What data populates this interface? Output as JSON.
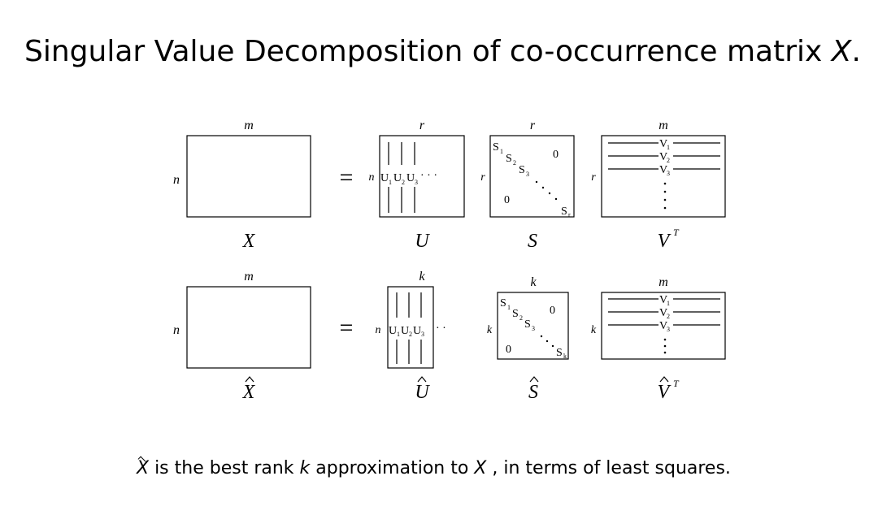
{
  "title": {
    "text": "Singular Value Decomposition of co-occurrence matrix ",
    "var": "X",
    "end": "."
  },
  "full": {
    "X": {
      "label": "X",
      "cols": "m",
      "rows": "n"
    },
    "eq": "=",
    "U": {
      "label": "U",
      "cols": "r",
      "rows": "n",
      "vectors": [
        "U",
        "U",
        "U"
      ],
      "subs": [
        "1",
        "2",
        "3"
      ],
      "dots": "· · ·"
    },
    "S": {
      "label": "S",
      "cols": "r",
      "rows": "r",
      "diag": [
        "S",
        "S",
        "S"
      ],
      "subs": [
        "1",
        "2",
        "3"
      ],
      "last": "S",
      "last_sub": "r",
      "zero": "0"
    },
    "V": {
      "label": "V",
      "sup": "T",
      "cols": "m",
      "rows": "r",
      "vectors": [
        "V",
        "V",
        "V"
      ],
      "subs": [
        "1",
        "2",
        "3"
      ]
    }
  },
  "approx": {
    "X": {
      "label": "X",
      "cols": "m",
      "rows": "n"
    },
    "eq": "=",
    "U": {
      "label": "U",
      "cols": "k",
      "rows": "n",
      "vectors": [
        "U",
        "U",
        "U"
      ],
      "subs": [
        "1",
        "2",
        "3"
      ],
      "dots": "· ·"
    },
    "S": {
      "label": "S",
      "cols": "k",
      "rows": "k",
      "diag": [
        "S",
        "S",
        "S"
      ],
      "subs": [
        "1",
        "2",
        "3"
      ],
      "last": "S",
      "last_sub": "k",
      "zero": "0"
    },
    "V": {
      "label": "V",
      "sup": "T",
      "cols": "m",
      "rows": "k",
      "vectors": [
        "V",
        "V",
        "V"
      ],
      "subs": [
        "1",
        "2",
        "3"
      ]
    }
  },
  "caption": {
    "var": "X",
    "text1": " is the best rank ",
    "k": "k",
    "text2": " approximation to ",
    "var2": "X",
    "text3": " , in terms of least squares."
  }
}
